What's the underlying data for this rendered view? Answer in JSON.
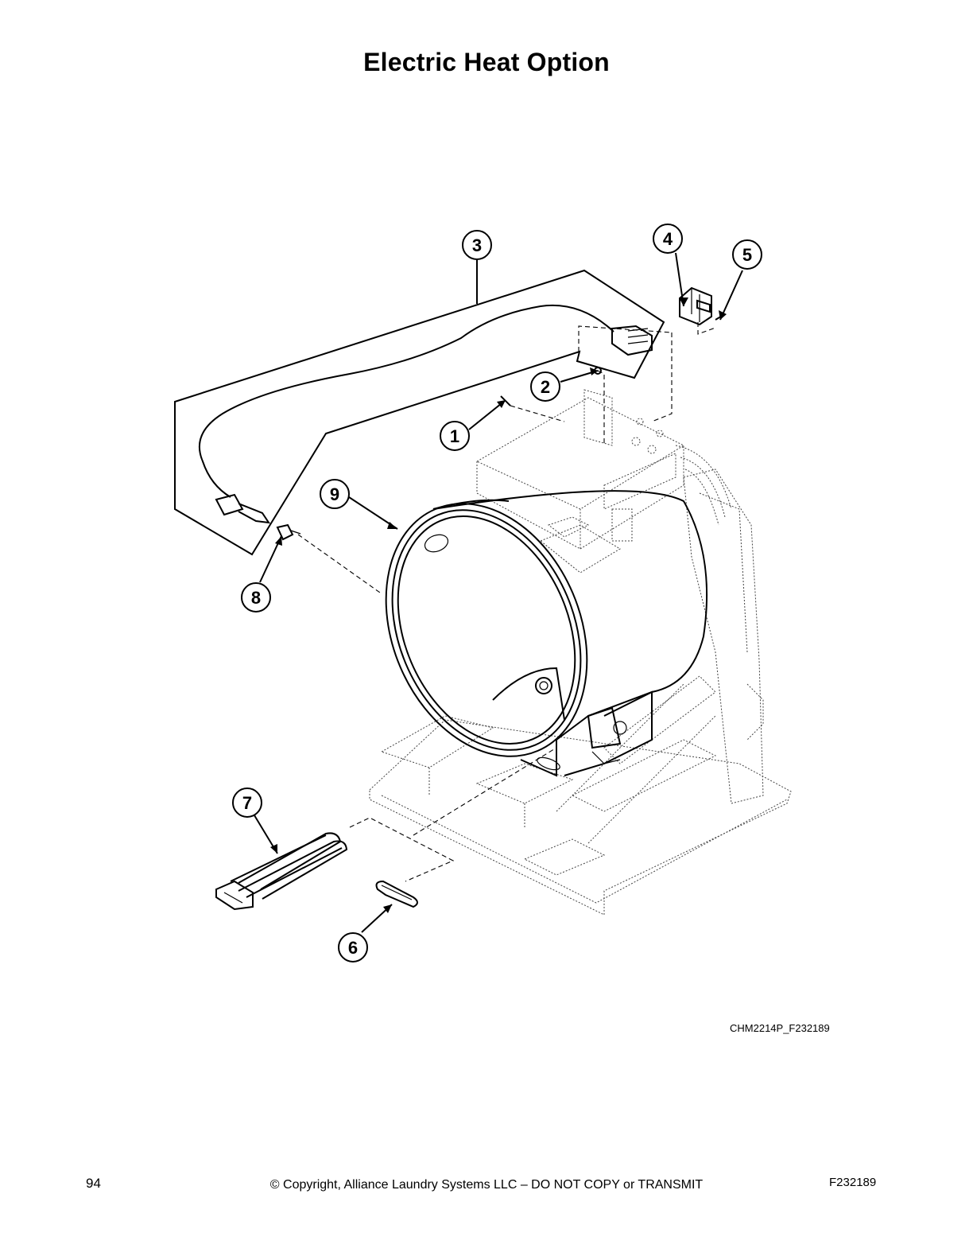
{
  "title": "Electric Heat Option",
  "callouts": [
    {
      "number": "1"
    },
    {
      "number": "2"
    },
    {
      "number": "3"
    },
    {
      "number": "4"
    },
    {
      "number": "5"
    },
    {
      "number": "6"
    },
    {
      "number": "7"
    },
    {
      "number": "8"
    },
    {
      "number": "9"
    }
  ],
  "drawing_id": "CHM2214P_F232189",
  "footer": {
    "page_number": "94",
    "copyright": "© Copyright, Alliance Laundry Systems LLC – DO NOT COPY or TRANSMIT",
    "doc_id": "F232189"
  }
}
